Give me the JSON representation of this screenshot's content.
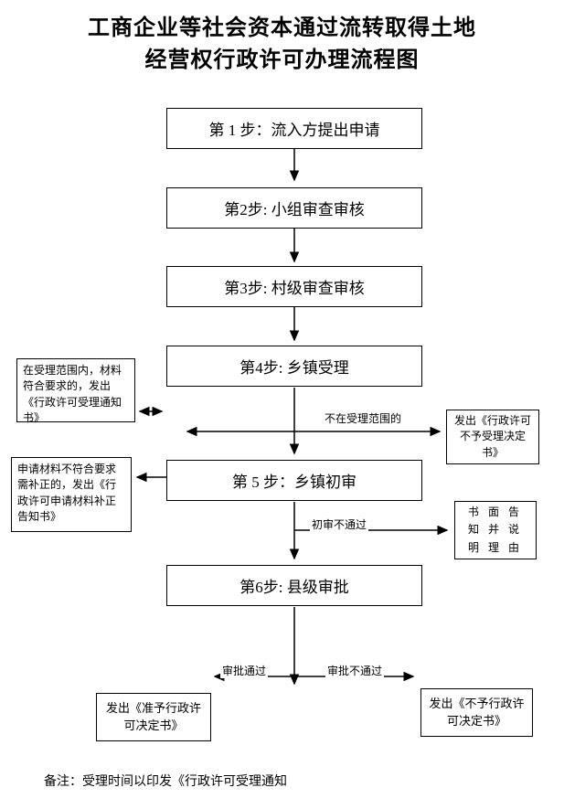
{
  "title": {
    "line1": "工商企业等社会资本通过流转取得土地",
    "line2": "经营权行政许可办理流程图"
  },
  "steps": [
    {
      "label": "第 1 步：流入方提出申请"
    },
    {
      "label": "第2步: 小组审查审核"
    },
    {
      "label": "第3步: 村级审查审核"
    },
    {
      "label": "第4步: 乡镇受理"
    },
    {
      "label": "第 5 步：乡镇初审"
    },
    {
      "label": "第6步: 县级审批"
    }
  ],
  "side_boxes": {
    "acceptance_notice": "在受理范围内，材料符合要求的，发出《行政许可受理通知书》",
    "rejection_decision": "发出《行政许可不予受理决定书》",
    "correction_notice": "申请材料不符合要求需补正的，发出《行政许可申请材料补正告知书》",
    "written_explanation": "书面告知并说明理由",
    "approval_decision": "发出《准予行政许可决定书》",
    "denial_decision": "发出《不予行政许可决定书》"
  },
  "arrow_labels": {
    "out_of_scope": "不在受理范围的",
    "preliminary_fail": "初审不通过",
    "approved": "审批通过",
    "not_approved": "审批不通过"
  },
  "footer": {
    "note": "备注：受理时间以印发《行政许可受理通知"
  }
}
